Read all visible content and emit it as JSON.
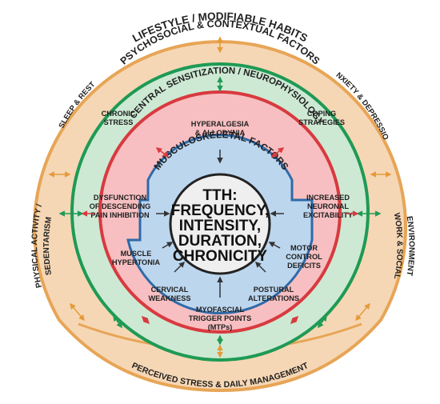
{
  "colors": {
    "outer": "#f6d7b5",
    "outer_stroke": "#e7a556",
    "psycho": "#cde9d3",
    "psycho_stroke": "#1f9a55",
    "central": "#f7bfc1",
    "central_stroke": "#d83a3f",
    "msk": "#bcd6ee",
    "msk_stroke": "#2f6aa8",
    "core": "#efefef",
    "core_stroke": "#222222",
    "arrow_orange": "#e59a3a",
    "arrow_green": "#1f9a55",
    "arrow_red": "#d83a3f",
    "arrow_dark": "#333333"
  },
  "rings": {
    "lifestyle_title": "LIFESTYLE / MODIFIABLE HABITS",
    "psychosocial_title": "PSYCHOSOCIAL & CONTEXTUAL FACTORS",
    "central_title": "CENTRAL SENSITIZATION / NEUROPHYSIOLOGY",
    "msk_title": "MUSCULOSKELETAL FACTORS",
    "bottom_title": "PERCEIVED STRESS & DAILY MANAGEMENT",
    "left_outer": "SLEEP & REST",
    "right_outer": "ANXIETY & DEPRESSION",
    "left_side_1": "PHYSICAL ACTIVITY /",
    "left_side_2": "SEDENTARISM",
    "right_side_1": "WORK & SOCIAL",
    "right_side_2": "ENVIRONMENT"
  },
  "labels": {
    "chronic_stress": [
      "CHRONIC",
      "STRESS"
    ],
    "coping": [
      "COPING",
      "STRATEGIES"
    ],
    "hyperalgesia": [
      "HYPERALGESIA",
      "& ALLODYNIA"
    ],
    "dysfunction": [
      "DYSFUNCTION",
      "OF DESCENDING",
      "PAIN INHIBITION"
    ],
    "neuronal": [
      "INCREASED",
      "NEURONAL",
      "EXCITABILITY"
    ],
    "hypertonia": [
      "MUSCLE",
      "HYPERTONIA"
    ],
    "motor": [
      "MOTOR",
      "CONTROL",
      "DEFICITS"
    ],
    "cervical": [
      "CERVICAL",
      "WEAKNESS"
    ],
    "postural": [
      "POSTURAL",
      "ALTERATIONS"
    ],
    "myofascial": [
      "MYOFASCIAL",
      "TRIGGER POINTS",
      "(MTPs)"
    ]
  },
  "core": [
    "TTH:",
    "FREQUENCY,",
    "INTENSITY,",
    "DURATION,",
    "CHRONICITY"
  ]
}
